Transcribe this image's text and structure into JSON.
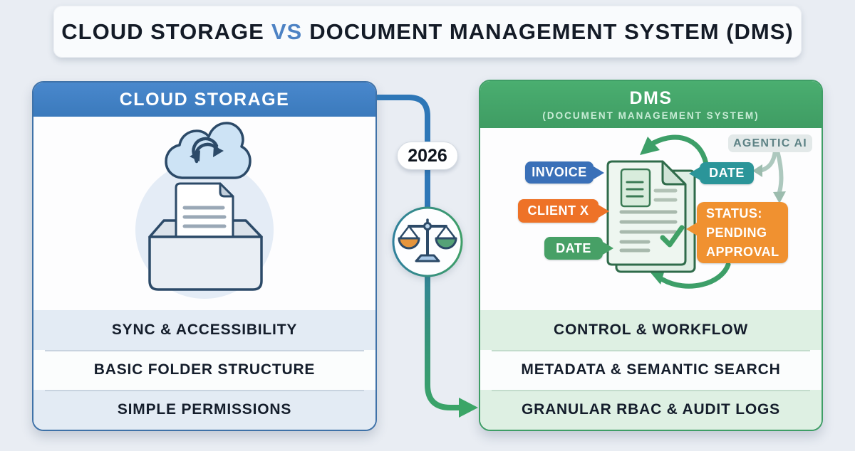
{
  "title": {
    "part1": "CLOUD STORAGE",
    "vs": "VS",
    "part2": "DOCUMENT MANAGEMENT SYSTEM (DMS)"
  },
  "left_panel": {
    "header": "CLOUD STORAGE",
    "rows": [
      "SYNC & ACCESSIBILITY",
      "BASIC FOLDER STRUCTURE",
      "SIMPLE PERMISSIONS"
    ]
  },
  "middle": {
    "year_badge": "2026"
  },
  "right_panel": {
    "header": "DMS",
    "subheader": "(DOCUMENT MANAGEMENT SYSTEM)",
    "agentic_label": "AGENTIC AI",
    "tags": {
      "invoice": "INVOICE",
      "client": "CLIENT X",
      "date_left": "DATE",
      "date_right": "DATE",
      "status_line1": "STATUS:",
      "status_line2": "PENDING",
      "status_line3": "APPROVAL"
    },
    "rows": [
      "CONTROL & WORKFLOW",
      "METADATA & SEMANTIC SEARCH",
      "GRANULAR RBAC & AUDIT LOGS"
    ]
  },
  "icons": {
    "left_illustration": [
      "cloud-sync-icon",
      "document-icon",
      "inbox-tray-icon"
    ],
    "middle": [
      "balance-scale-icon",
      "flow-arrow-icon"
    ],
    "right_illustration": [
      "document-stack-icon",
      "file-icon",
      "checkmark-icon",
      "cycle-arrow-top-icon",
      "cycle-arrow-bottom-icon",
      "agentic-branch-arrow-icon"
    ]
  },
  "colors": {
    "background": "#e9edf3",
    "accent_blue": "#3b7abc",
    "accent_green": "#42a265",
    "vs_blue": "#4d82c4",
    "line_blue": "#2e77b7",
    "line_green": "#3ba567",
    "tag_blue": "#3a70b8",
    "tag_orange": "#ee7227",
    "tag_green": "#47a066",
    "tag_teal": "#2b9599",
    "status_orange": "#f09130",
    "row_light_blue": "#e3ebf4",
    "row_light_green": "#def0e3",
    "scale_pan_left": "#e6953c",
    "scale_pan_right": "#55a277"
  }
}
